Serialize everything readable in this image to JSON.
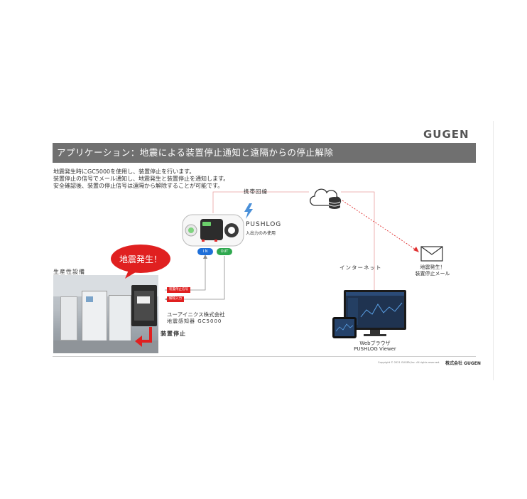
{
  "header": {
    "brand": "GUGEN",
    "title": "アプリケーション：地震による装置停止通知と遠隔からの停止解除"
  },
  "description": [
    "地震発生時にGC5000を使用し、装置停止を行います。",
    "装置停止の信号でメール通知し、地震発生と装置停止を通知します。",
    "安全確認後、装置の停止信号は遠隔から解除することが可能です。"
  ],
  "diagram": {
    "mobile_line": "携帯回線",
    "internet": "インターネット",
    "pushlog": {
      "name": "PUSHLOG",
      "sub": "入出力のみ使用",
      "in_label": "I N",
      "out_label": "OUT"
    },
    "equipment": "生産性設備",
    "quake_bubble": "地震発生！",
    "signal_stop": "装置停止信号",
    "signal_release": "解除入力",
    "sensor_maker": "ユーアイニクス株式会社",
    "sensor_model": "地震感知器 GC5000",
    "stop": "装置停止",
    "mail": [
      "地震発生！",
      "装置停止メール"
    ],
    "browser": [
      "Webブラウザ",
      "PUSHLOG Viewer"
    ]
  },
  "footer": {
    "copyright": "Copyright © 2021 GUGEN,Inc. All rights reserved.",
    "company": "株式会社 GUGEN"
  },
  "colors": {
    "title_bar": "#707070",
    "accent_red": "#e02020",
    "in_blue": "#1e6fd9",
    "out_green": "#2fa84f",
    "line_gray": "#9a9a9a"
  }
}
